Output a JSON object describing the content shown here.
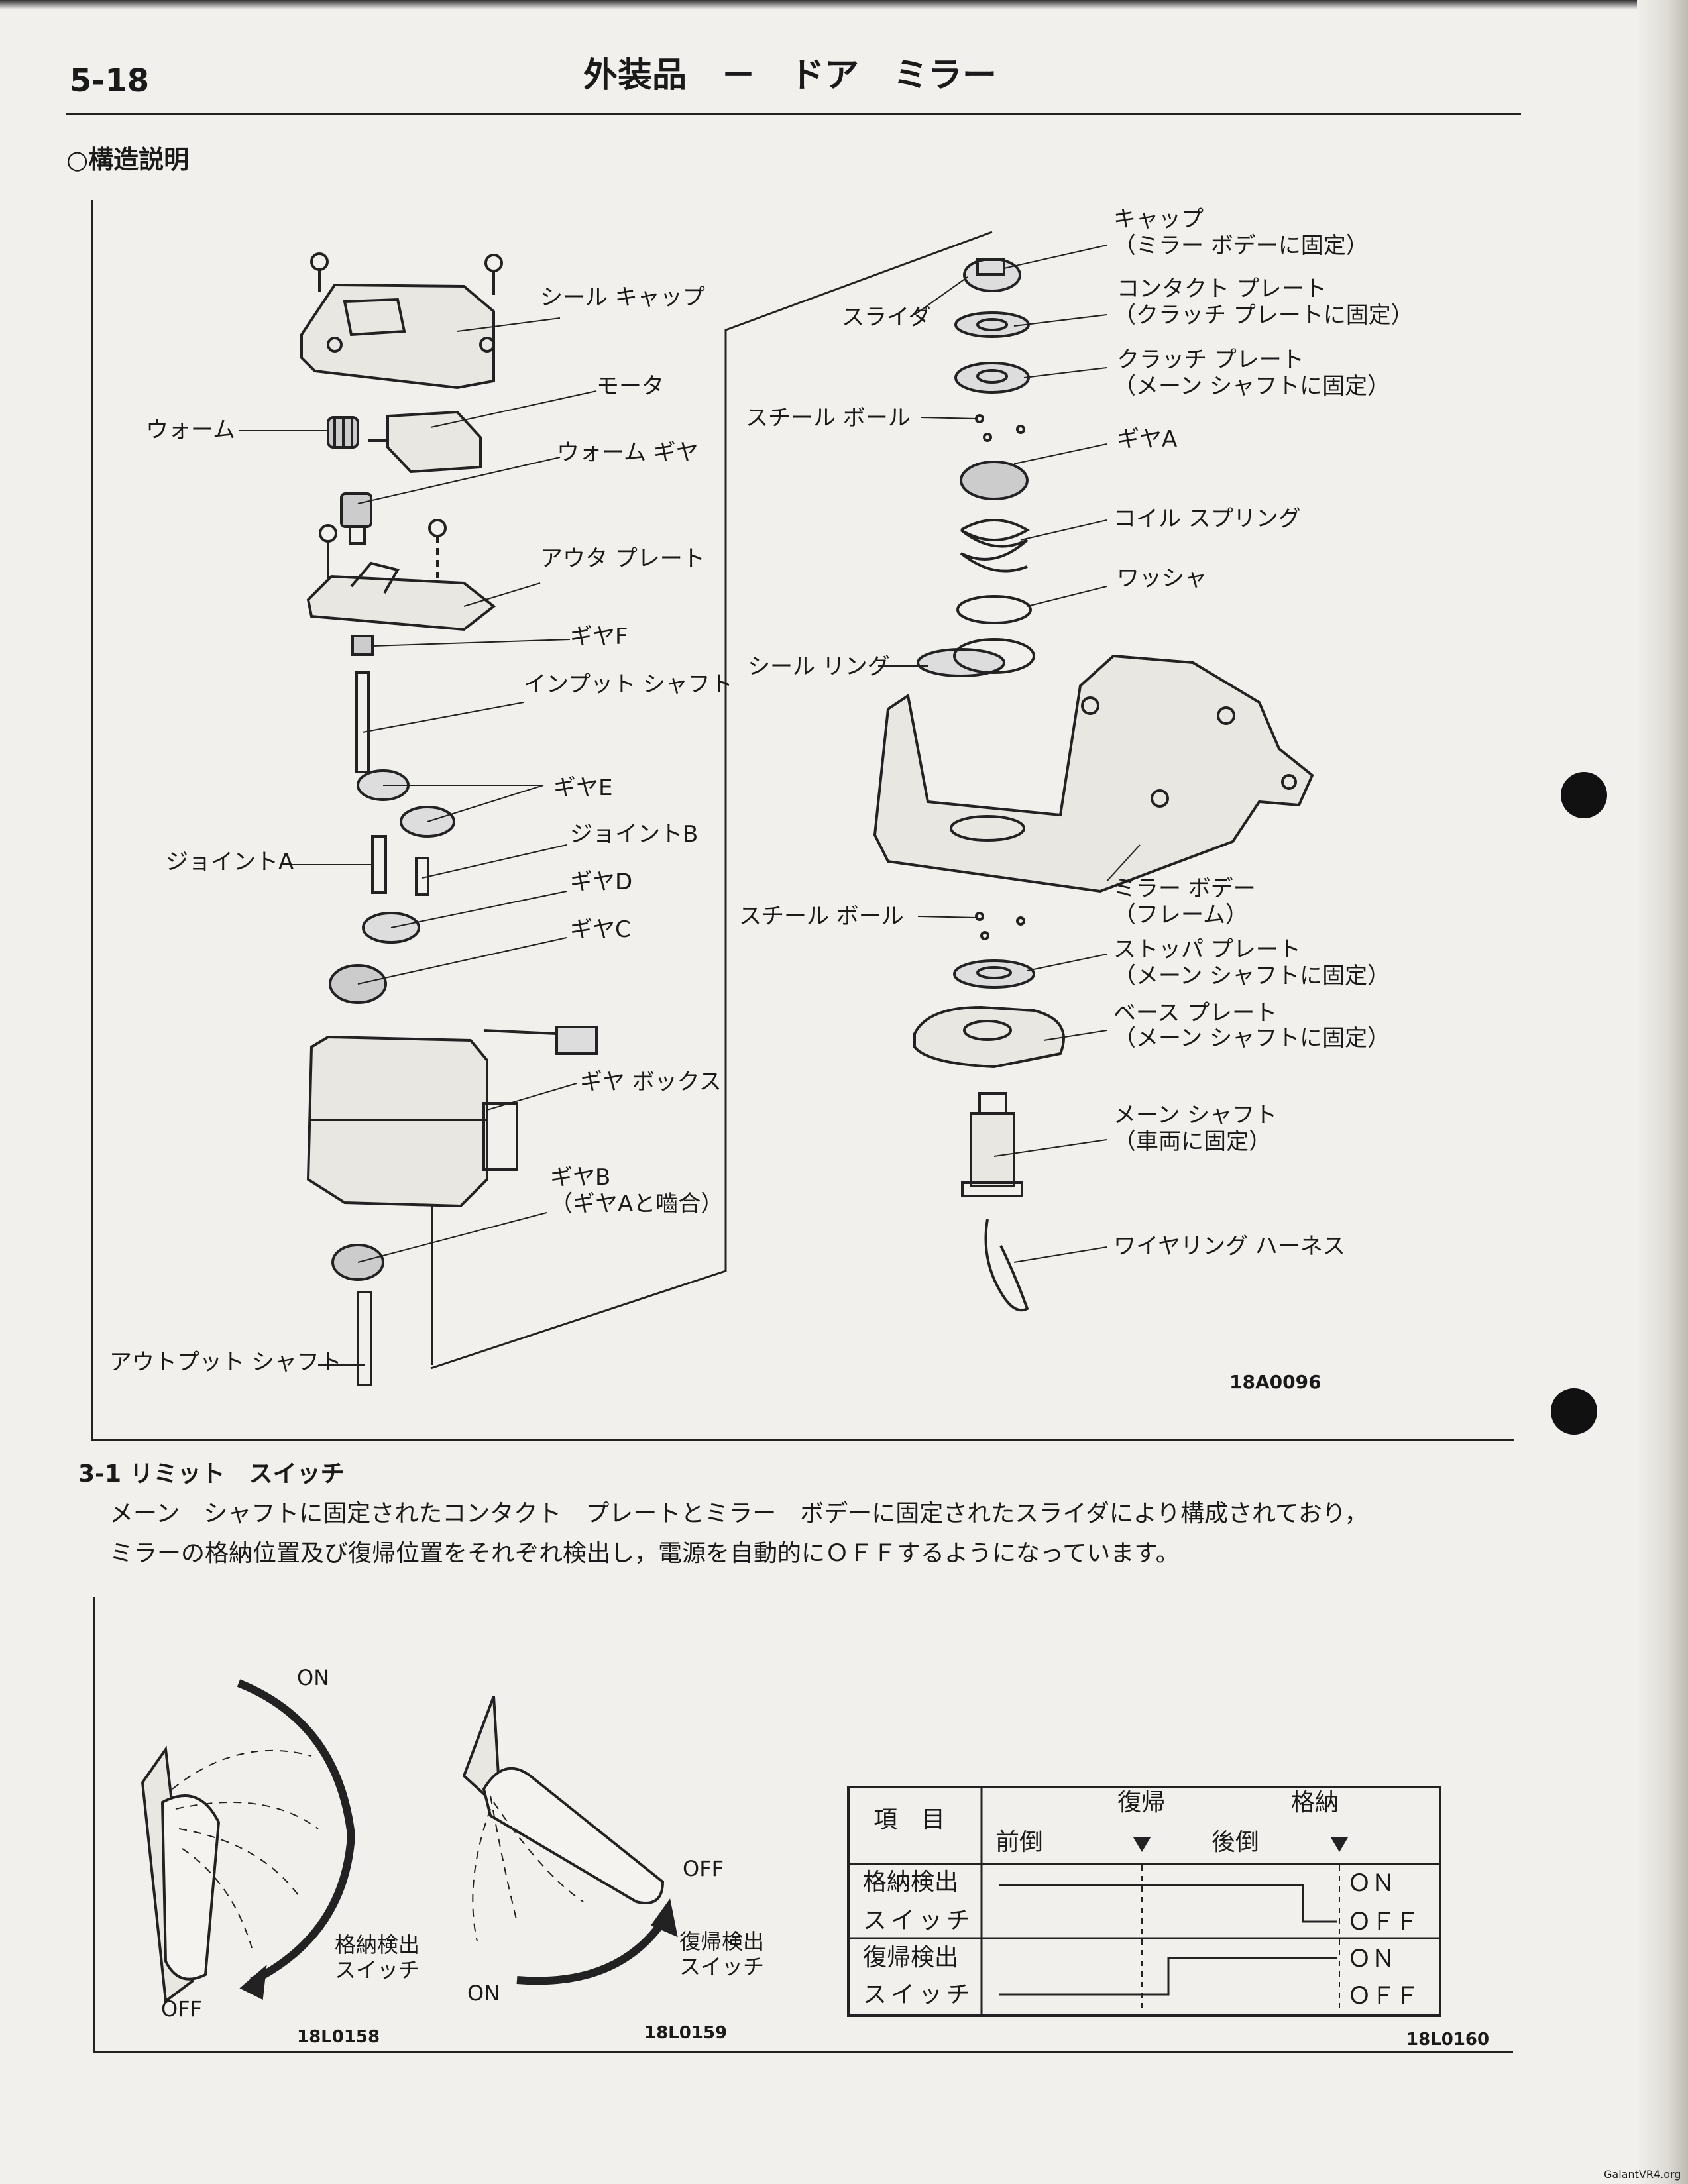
{
  "header": {
    "page_number": "5-18",
    "title": "外装品　－　ドア　ミラー"
  },
  "section": {
    "title": "○構造説明"
  },
  "exploded": {
    "left_labels": {
      "seal_cap": "シール キャップ",
      "motor": "モータ",
      "worm": "ウォーム",
      "worm_gear": "ウォーム ギヤ",
      "outer_plate": "アウタ プレート",
      "gear_f": "ギヤF",
      "input_shaft": "インプット シャフト",
      "gear_e": "ギヤE",
      "joint_b": "ジョイントB",
      "joint_a": "ジョイントA",
      "gear_d": "ギヤD",
      "gear_c": "ギヤC",
      "gear_box": "ギヤ ボックス",
      "gear_b_1": "ギヤB",
      "gear_b_2": "（ギヤAと嚙合）",
      "output_shaft": "アウトプット シャフト"
    },
    "right_labels": {
      "cap_1": "キャップ",
      "cap_2": "（ミラー ボデーに固定）",
      "slider": "スライダ",
      "contact_plate_1": "コンタクト プレート",
      "contact_plate_2": "（クラッチ プレートに固定）",
      "clutch_plate_1": "クラッチ プレート",
      "clutch_plate_2": "（メーン シャフトに固定）",
      "steel_ball_top": "スチール ボール",
      "gear_a": "ギヤA",
      "coil_spring": "コイル スプリング",
      "washer": "ワッシャ",
      "seal_ring": "シール リング",
      "mirror_body_1": "ミラー ボデー",
      "mirror_body_2": "（フレーム）",
      "steel_ball_bottom": "スチール ボール",
      "stopper_plate_1": "ストッパ プレート",
      "stopper_plate_2": "（メーン シャフトに固定）",
      "base_plate_1": "ベース プレート",
      "base_plate_2": "（メーン シャフトに固定）",
      "main_shaft_1": "メーン シャフト",
      "main_shaft_2": "（車両に固定）",
      "wiring_harness": "ワイヤリング ハーネス"
    },
    "figure_code": "18A0096"
  },
  "subsection": {
    "title": "3-1 リミット　スイッチ",
    "line1": "メーン　シャフトに固定されたコンタクト　プレートとミラー　ボデーに固定されたスライダにより構成されており，",
    "line2": "ミラーの格納位置及び復帰位置をそれぞれ検出し，電源を自動的にＯＦＦするようになっています。"
  },
  "fold_figure": {
    "on": "ON",
    "off": "OFF",
    "switch_1": "格納検出",
    "switch_2": "スイッチ",
    "code": "18L0158"
  },
  "return_figure": {
    "off": "OFF",
    "on": "ON",
    "switch_1": "復帰検出",
    "switch_2": "スイッチ",
    "code": "18L0159"
  },
  "timing_table": {
    "item_header": "項　目",
    "col_return": "復帰",
    "col_fold": "格納",
    "col_forward": "前倒",
    "col_backward": "後倒",
    "row1_1": "格納検出",
    "row1_2": "スイッチ",
    "row2_1": "復帰検出",
    "row2_2": "スイッチ",
    "on": "ＯＮ",
    "off": "ＯＦＦ",
    "code": "18L0160"
  },
  "footer": {
    "watermark": "GalantVR4.org"
  }
}
